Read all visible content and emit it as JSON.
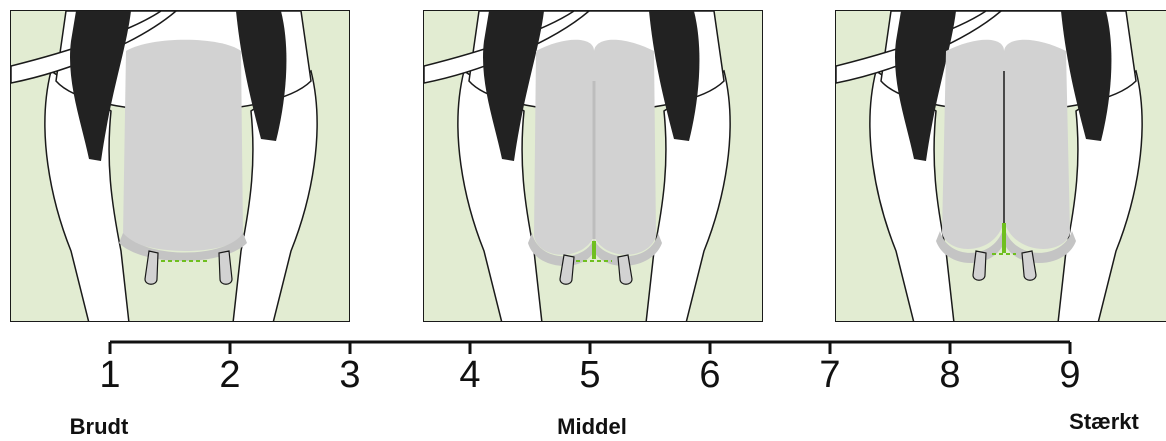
{
  "scale": {
    "ticks": [
      "1",
      "2",
      "3",
      "4",
      "5",
      "6",
      "7",
      "8",
      "9"
    ]
  },
  "labels": {
    "low": "Brudt",
    "mid": "Middel",
    "high": "Stærkt"
  },
  "panels": [
    {
      "score": 1,
      "udder": "cow-udder-broken-ligament"
    },
    {
      "score": 5,
      "udder": "cow-udder-medium-ligament"
    },
    {
      "score": 9,
      "udder": "cow-udder-strong-ligament"
    }
  ],
  "colors": {
    "background": "#e2ecd2",
    "udder": "#d2d2d2",
    "udder_shadow": "#c4c4c4",
    "black_patch": "#222222",
    "ligament_marker": "#6fbf1f",
    "outline": "#1a1a1a"
  }
}
